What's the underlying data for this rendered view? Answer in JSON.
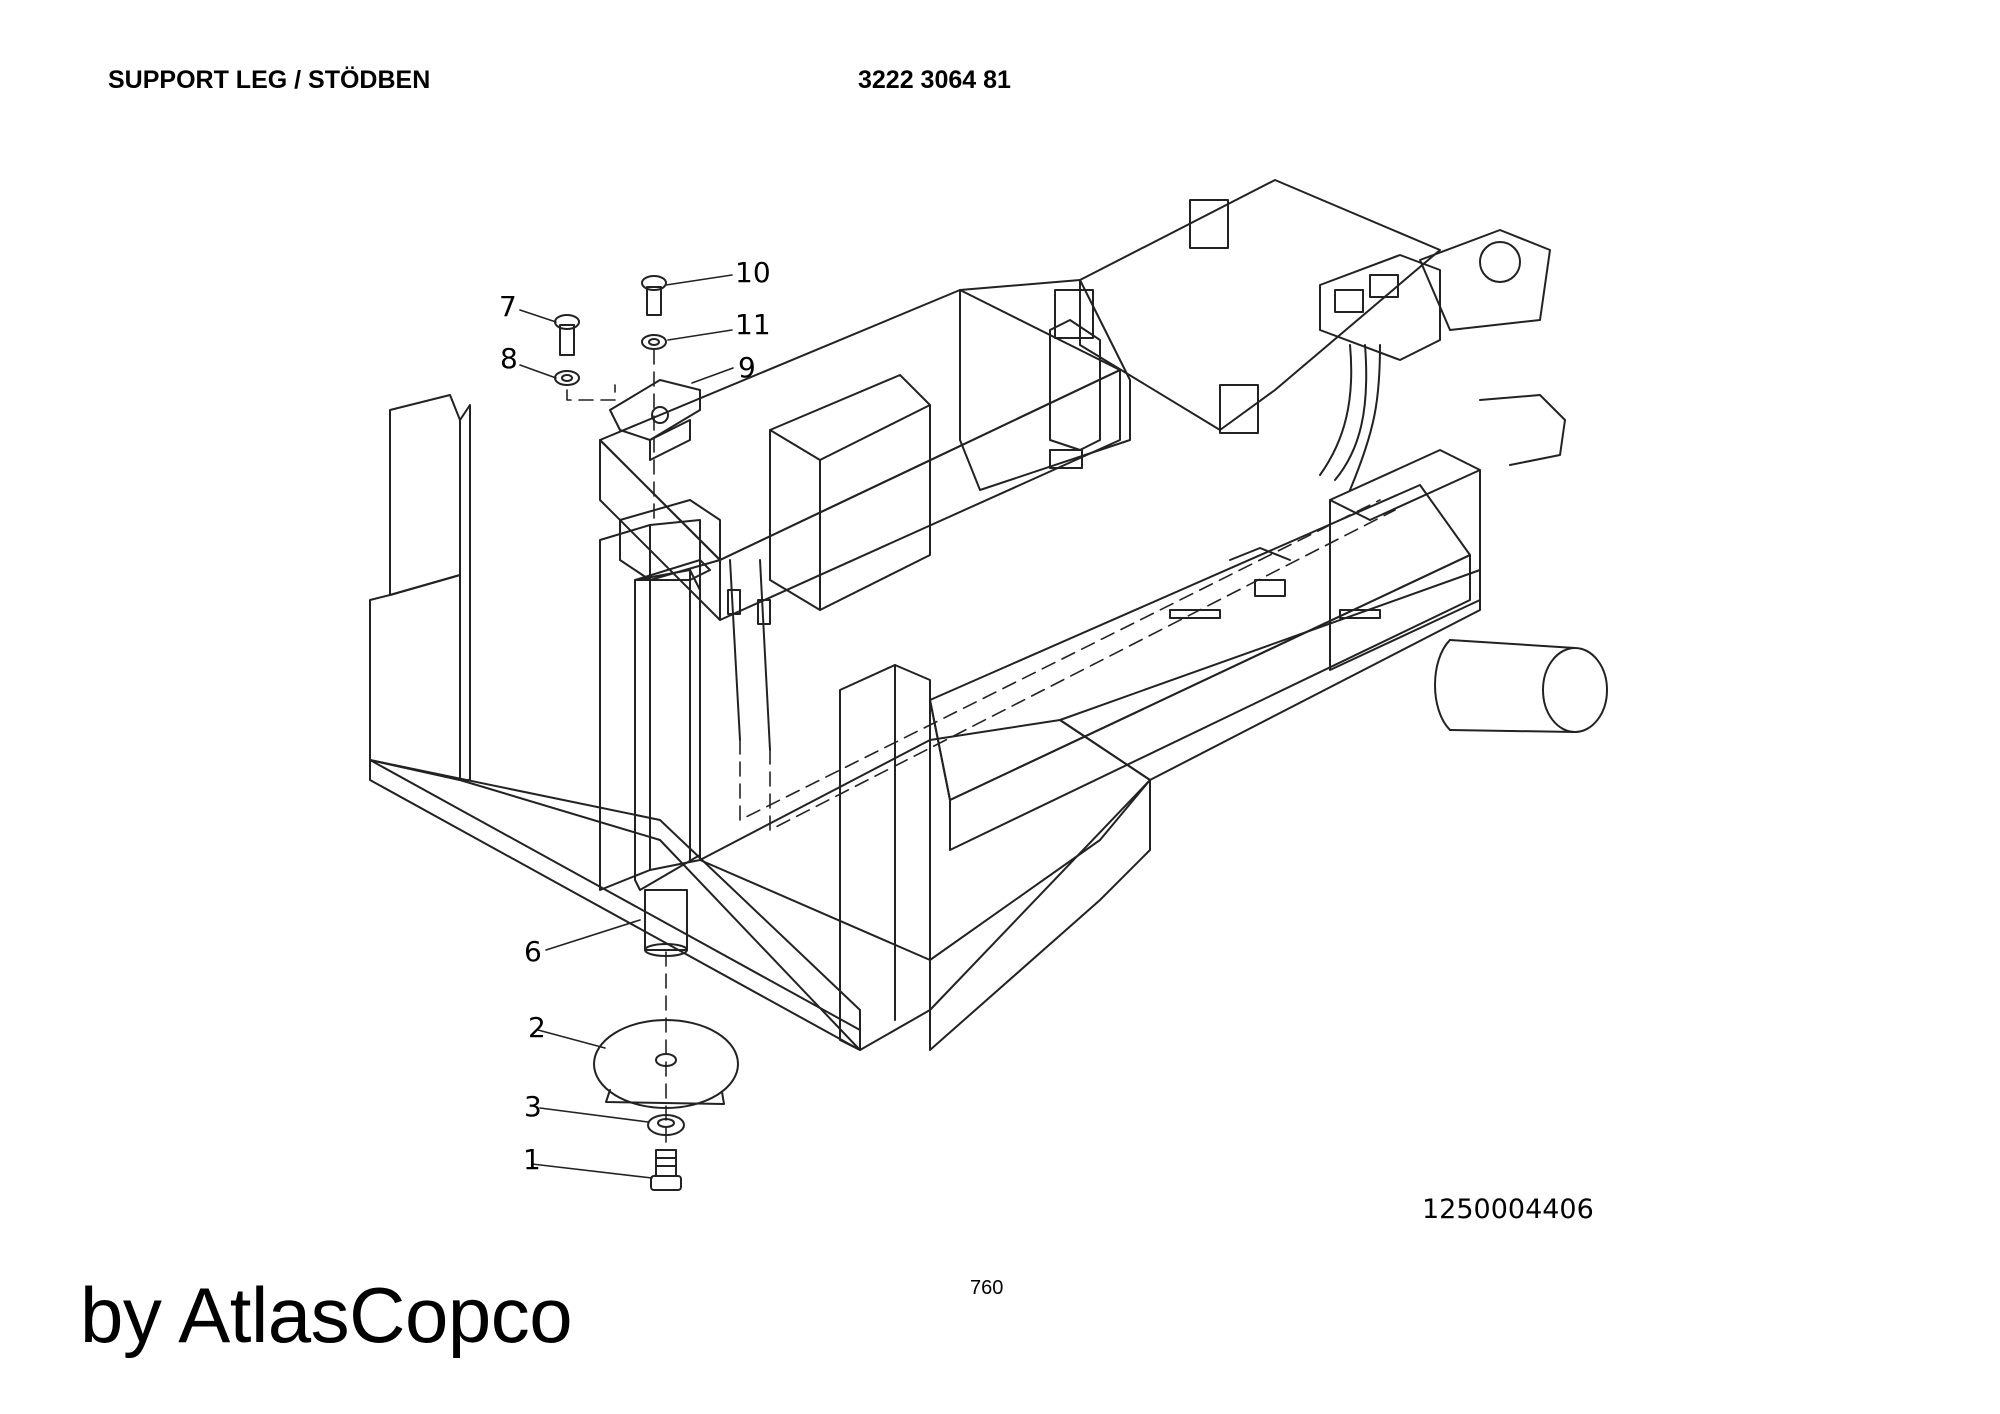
{
  "header": {
    "title": "SUPPORT LEG / STÖDBEN",
    "part_number": "3222 3064 81"
  },
  "diagram": {
    "callouts": [
      "1",
      "2",
      "3",
      "6",
      "7",
      "8",
      "9",
      "10",
      "11"
    ],
    "document_number": "1250004406"
  },
  "footer": {
    "page_number": "760",
    "brand": "by AtlasCopco"
  }
}
